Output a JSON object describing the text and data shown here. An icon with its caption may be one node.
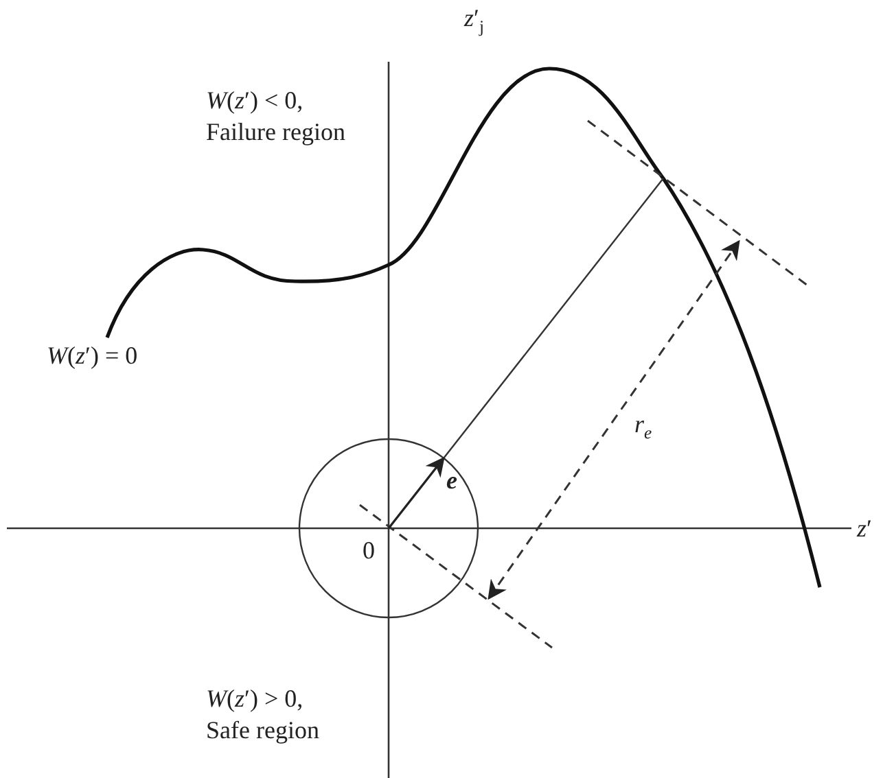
{
  "diagram": {
    "labels": [
      "*z*′$_{j}$",
      "*W*(*z*′) < 0,",
      "Failure region",
      "*W*(*z*′) = 0",
      "r$_{e}$",
      "e",
      "0",
      "*z*′",
      "*W*(*z*′) > 0,",
      "Safe region"
    ]
  }
}
